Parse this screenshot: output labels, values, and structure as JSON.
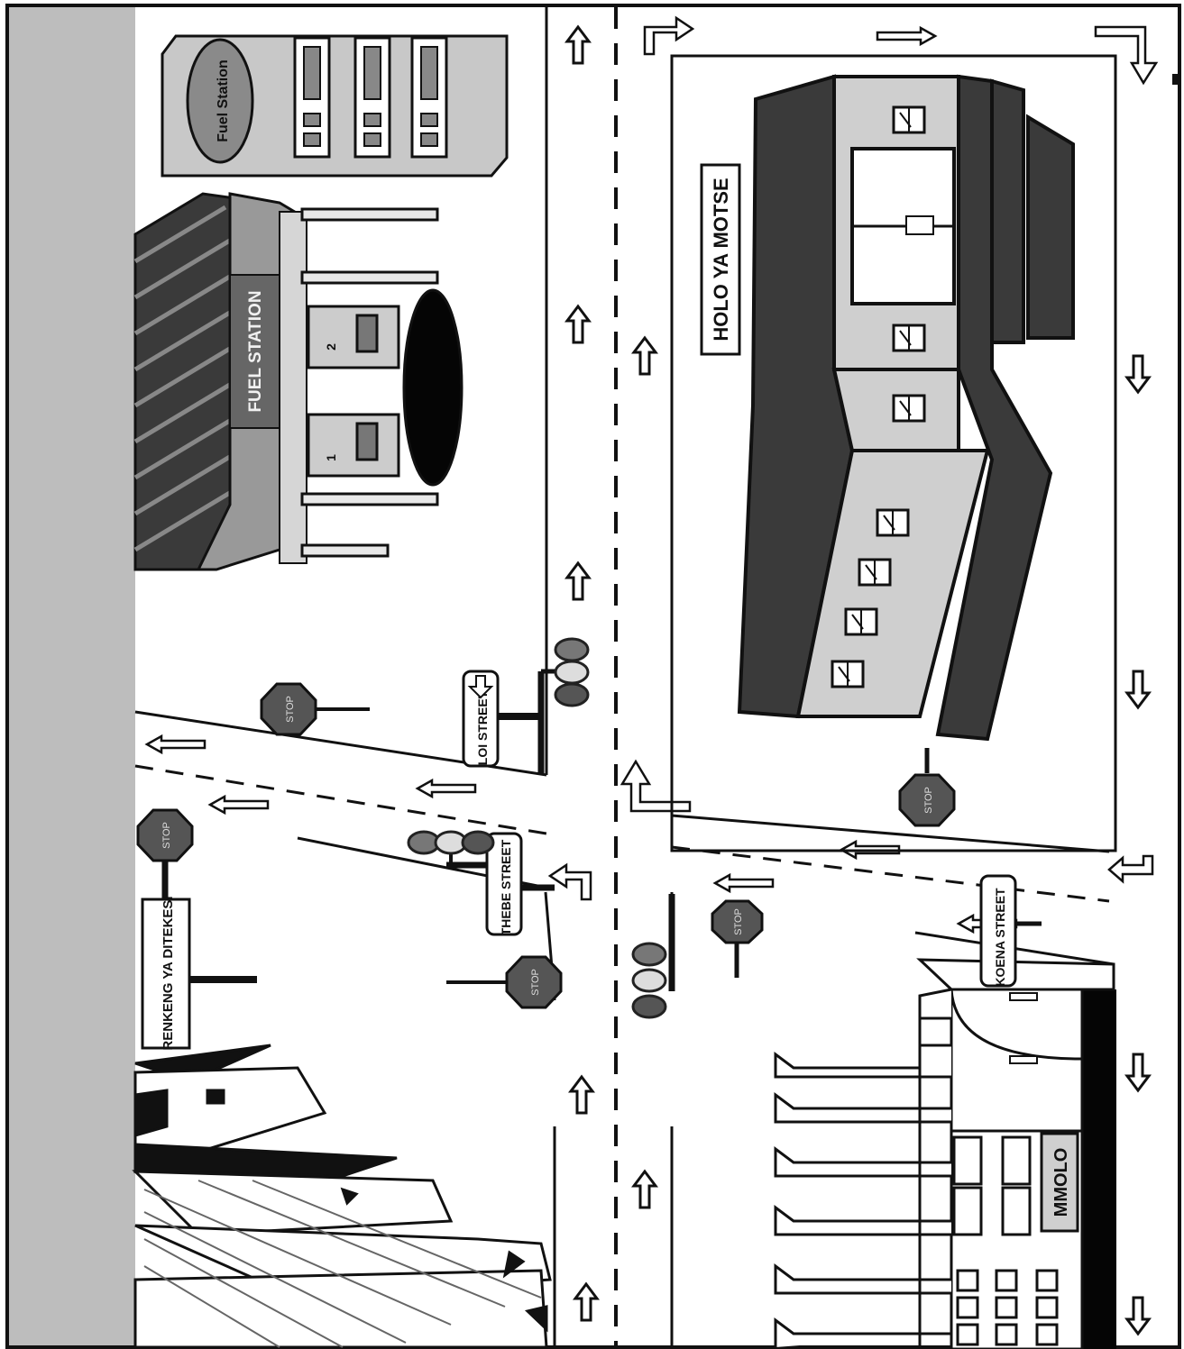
{
  "labels": {
    "fuel_sign": "Fuel Station",
    "fuel_canopy": "FUEL STATION",
    "pump_1": "1",
    "pump_2": "2",
    "hall": "HOLO YA MOTSE",
    "loi_street": "LOI STREET",
    "thebe_street": "THEBE STREET",
    "koena_street": "KOENA STREET",
    "taxi_rank": "RENKENG YA DITEKESI",
    "shop": "MMOLO",
    "stop": "STOP"
  },
  "icons": {
    "stop_sign": "stop-sign-icon",
    "traffic_light": "traffic-light-icon",
    "direction_arrow": "direction-arrow-icon"
  },
  "colors": {
    "left_strip": "#bdbdbd",
    "dark": "#3a3a3a",
    "mid": "#7a7a7a",
    "light": "#cfcfcf"
  }
}
